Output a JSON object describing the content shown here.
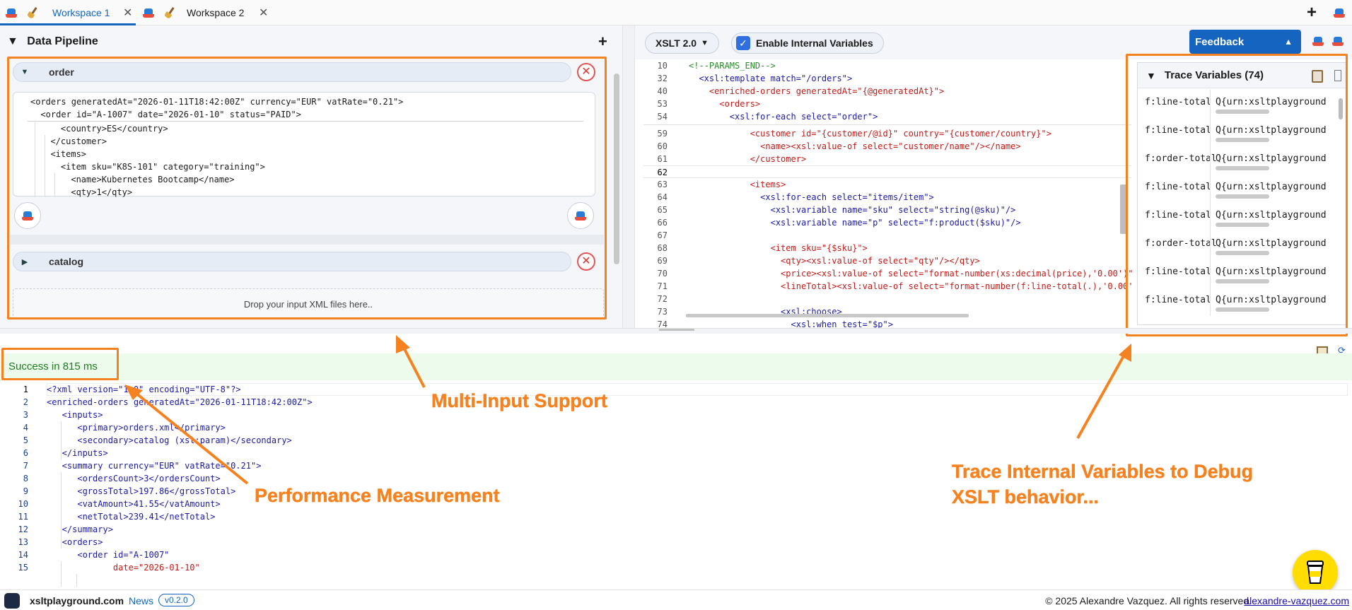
{
  "tabs": [
    {
      "label": "Workspace 1",
      "active": true
    },
    {
      "label": "Workspace 2",
      "active": false
    }
  ],
  "left": {
    "title": "Data Pipeline",
    "panels": [
      {
        "name": "order",
        "expanded": true
      },
      {
        "name": "catalog",
        "expanded": false
      }
    ],
    "drop_text": "Drop your input XML files here.."
  },
  "order_xml": {
    "sticky": [
      "<orders generatedAt=\"2026-01-11T18:42:00Z\" currency=\"EUR\" vatRate=\"0.21\">",
      "  <order id=\"A-1007\" date=\"2026-01-10\" status=\"PAID\">"
    ],
    "lines": [
      "    <country>ES</country>",
      "  </customer>",
      "  <items>",
      "    <item sku=\"K8S-101\" category=\"training\">",
      "      <name>Kubernetes Bootcamp</name>",
      "      <qty>1</qty>"
    ]
  },
  "toolbar": {
    "version": "XSLT 2.0",
    "enable_vars_label": "Enable Internal Variables",
    "feedback": "Feedback"
  },
  "xslt": {
    "sticky": [
      {
        "n": "10",
        "t": "<!--PARAMS_END-->"
      },
      {
        "n": "32",
        "t": "  <xsl:template match=\"/orders\">"
      },
      {
        "n": "40",
        "t": "    <enriched-orders generatedAt=\"{@generatedAt}\">"
      },
      {
        "n": "53",
        "t": "      <orders>"
      },
      {
        "n": "54",
        "t": "        <xsl:for-each select=\"order\">"
      }
    ],
    "lines": [
      {
        "n": "59",
        "t": "            <customer id=\"{customer/@id}\" country=\"{customer/country}\">"
      },
      {
        "n": "60",
        "t": "              <name><xsl:value-of select=\"customer/name\"/></name>"
      },
      {
        "n": "61",
        "t": "            </customer>"
      },
      {
        "n": "62",
        "t": ""
      },
      {
        "n": "63",
        "t": "            <items>"
      },
      {
        "n": "64",
        "t": "              <xsl:for-each select=\"items/item\">"
      },
      {
        "n": "65",
        "t": "                <xsl:variable name=\"sku\" select=\"string(@sku)\"/>"
      },
      {
        "n": "66",
        "t": "                <xsl:variable name=\"p\" select=\"f:product($sku)\"/>"
      },
      {
        "n": "67",
        "t": ""
      },
      {
        "n": "68",
        "t": "                <item sku=\"{$sku}\">"
      },
      {
        "n": "69",
        "t": "                  <qty><xsl:value-of select=\"qty\"/></qty>"
      },
      {
        "n": "70",
        "t": "                  <price><xsl:value-of select=\"format-number(xs:decimal(price),'0.00')\""
      },
      {
        "n": "71",
        "t": "                  <lineTotal><xsl:value-of select=\"format-number(f:line-total(.),'0.00'"
      },
      {
        "n": "72",
        "t": ""
      },
      {
        "n": "73",
        "t": "                  <xsl:choose>"
      },
      {
        "n": "74",
        "t": "                    <xsl:when test=\"$p\">"
      }
    ]
  },
  "trace": {
    "title": "Trace Variables (74)",
    "rows": [
      {
        "name": "f:line-total",
        "value": "Q{urn:xsltplayground"
      },
      {
        "name": "f:line-total",
        "value": "Q{urn:xsltplayground"
      },
      {
        "name": "f:order-total",
        "value": "Q{urn:xsltplayground"
      },
      {
        "name": "f:line-total",
        "value": "Q{urn:xsltplayground"
      },
      {
        "name": "f:line-total",
        "value": "Q{urn:xsltplayground"
      },
      {
        "name": "f:order-total",
        "value": "Q{urn:xsltplayground"
      },
      {
        "name": "f:line-total",
        "value": "Q{urn:xsltplayground"
      },
      {
        "name": "f:line-total",
        "value": "Q{urn:xsltplayground"
      }
    ]
  },
  "output": {
    "status": "Success in 815 ms",
    "lines": [
      {
        "n": "1",
        "t": "<?xml version=\"1.0\" encoding=\"UTF-8\"?>"
      },
      {
        "n": "2",
        "t": "<enriched-orders generatedAt=\"2026-01-11T18:42:00Z\">"
      },
      {
        "n": "3",
        "t": "   <inputs>"
      },
      {
        "n": "4",
        "t": "      <primary>orders.xml</primary>"
      },
      {
        "n": "5",
        "t": "      <secondary>catalog (xsl:param)</secondary>"
      },
      {
        "n": "6",
        "t": "   </inputs>"
      },
      {
        "n": "7",
        "t": "   <summary currency=\"EUR\" vatRate=\"0.21\">"
      },
      {
        "n": "8",
        "t": "      <ordersCount>3</ordersCount>"
      },
      {
        "n": "9",
        "t": "      <grossTotal>197.86</grossTotal>"
      },
      {
        "n": "10",
        "t": "      <vatAmount>41.55</vatAmount>"
      },
      {
        "n": "11",
        "t": "      <netTotal>239.41</netTotal>"
      },
      {
        "n": "12",
        "t": "   </summary>"
      },
      {
        "n": "13",
        "t": "   <orders>"
      },
      {
        "n": "14",
        "t": "      <order id=\"A-1007\""
      },
      {
        "n": "15",
        "t": "             date=\"2026-01-10\""
      }
    ]
  },
  "annotations": {
    "multi_input": "Multi-Input Support",
    "performance": "Performance Measurement",
    "trace_line1": "Trace Internal Variables to Debug",
    "trace_line2": "XSLT behavior..."
  },
  "footer": {
    "site": "xsltplayground.com",
    "news": "News",
    "version": "v0.2.0",
    "copyright": "© 2025 Alexandre Vazquez. All rights reserved.",
    "author_link": "alexandre-vazquez.com"
  },
  "colors": {
    "accent": "#f58220",
    "primary": "#1565c0",
    "success_bg": "#ecfbec",
    "success_text": "#1f7a1f"
  }
}
